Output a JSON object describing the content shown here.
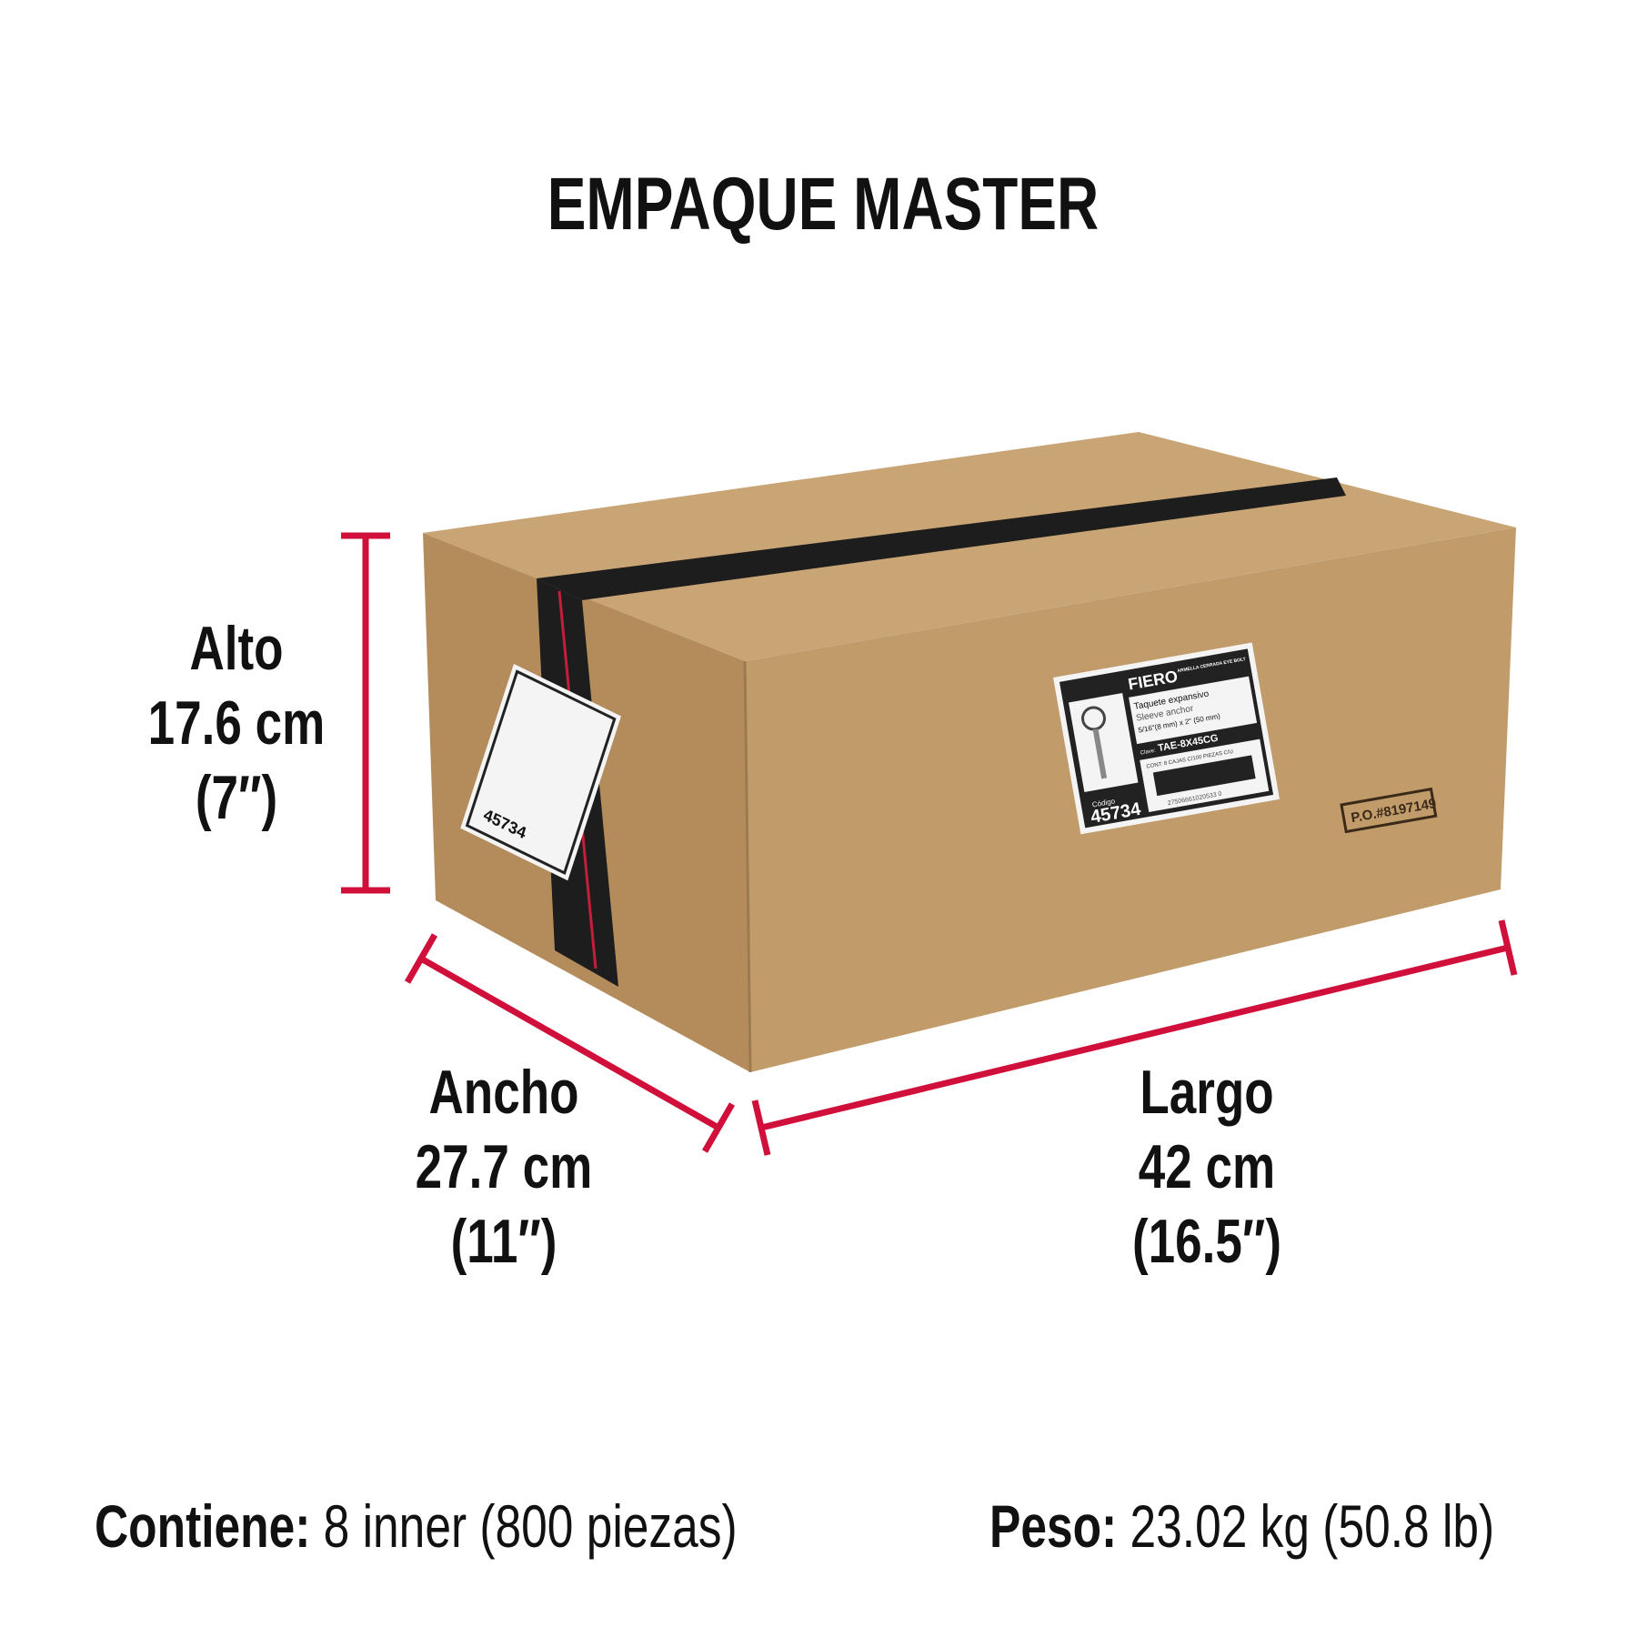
{
  "title": "EMPAQUE MASTER",
  "dimensions": {
    "alto": {
      "label": "Alto",
      "metric": "17.6 cm",
      "imperial": "(7″)"
    },
    "ancho": {
      "label": "Ancho",
      "metric": "27.7 cm",
      "imperial": "(11″)"
    },
    "largo": {
      "label": "Largo",
      "metric": "42 cm",
      "imperial": "(16.5″)"
    }
  },
  "contents": {
    "label": "Contiene:",
    "value": "8 inner (800 piezas)"
  },
  "weight": {
    "label": "Peso:",
    "value": "23.02 kg (50.8 lb)"
  },
  "box_label": {
    "brand": "FIERO",
    "category": "ARMELLA CERRADA EYE BOLT",
    "product_es": "Taquete expansivo",
    "product_en": "Sleeve anchor",
    "size": "5/16\"(8 mm) x 2\" (50 mm)",
    "clave_label": "Clave:",
    "clave": "TAE-8X45CG",
    "cont": "CONT: 8 CAJAS C/100 PIEZAS C/U",
    "barcode_number": "27506661020533 0",
    "codigo_label": "Código",
    "codigo": "45734"
  },
  "po_stamp": "P.O.#8197149",
  "colors": {
    "accent": "#d0103a",
    "cardboard": "#c09a6b",
    "text": "#111111"
  }
}
